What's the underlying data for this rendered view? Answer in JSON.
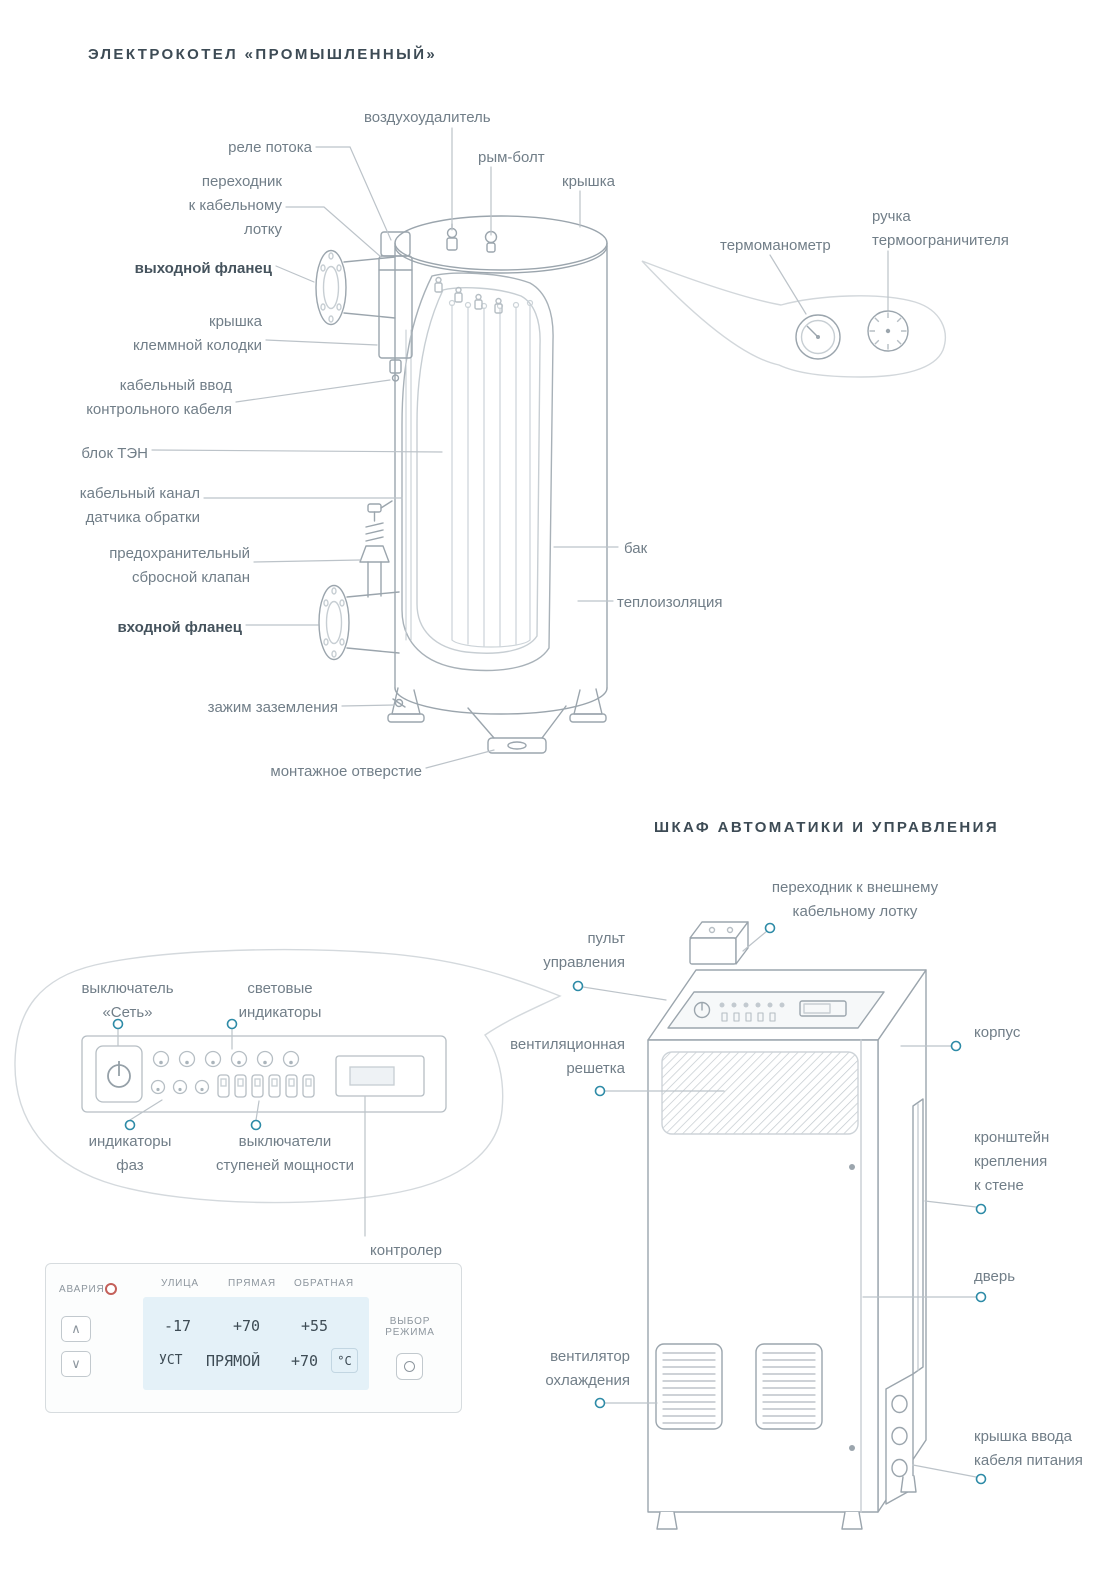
{
  "boiler": {
    "title": "ЭЛЕКТРОКОТЕЛ «ПРОМЫШЛЕННЫЙ»",
    "labels": {
      "air_vent": "воздухоудалитель",
      "flow_relay": "реле потока",
      "eye_bolt": "рым-болт",
      "lid": "крышка",
      "cable_tray_adapter": "переходник\nк кабельному\nлотку",
      "outlet_flange": "выходной фланец",
      "terminal_block_cover": "крышка\nклеммной колодки",
      "control_cable_entry": "кабельный ввод\nконтрольного кабеля",
      "heater_block": "блок ТЭН",
      "return_sensor_channel": "кабельный канал\nдатчика обратки",
      "safety_valve": "предохранительный\nсбросной клапан",
      "inlet_flange": "входной фланец",
      "ground_clamp": "зажим заземления",
      "mounting_hole": "монтажное отверстие",
      "tank": "бак",
      "insulation": "теплоизоляция",
      "thermomanometer": "термоманометр",
      "limiter_handle": "ручка\nтермоограничителя"
    }
  },
  "cabinet": {
    "title": "ШКАФ АВТОМАТИКИ И УПРАВЛЕНИЯ",
    "labels": {
      "external_tray_adapter": "переходник к внешнему\nкабельному лотку",
      "control_panel": "пульт\nуправления",
      "vent_grille": "вентиляционная\nрешетка",
      "body": "корпус",
      "wall_bracket": "кронштейн\nкрепления\nк стене",
      "door": "дверь",
      "cooling_fan": "вентилятор\nохлаждения",
      "power_cable_cover": "крышка ввода\nкабеля питания"
    }
  },
  "panel": {
    "labels": {
      "power_switch": "выключатель\n«Сеть»",
      "light_indicators": "световые\nиндикаторы",
      "phase_indicators": "индикаторы\nфаз",
      "stage_switches": "выключатели\nступеней мощности",
      "controller": "контролер"
    }
  },
  "controller": {
    "alarm_label": "АВАРИЯ",
    "columns": [
      "УЛИЦА",
      "ПРЯМАЯ",
      "ОБРАТНАЯ"
    ],
    "values": [
      "-17",
      "+70",
      "+55"
    ],
    "set_row": {
      "label": "УСТ",
      "mode": "ПРЯМОЙ",
      "value": "+70",
      "unit": "°С"
    },
    "mode_select": "ВЫБОР\nРЕЖИМА",
    "icons": {
      "up_chevron": "∧",
      "down_chevron": "∨"
    }
  },
  "colors": {
    "accent_dot": "#2e8ba7",
    "alarm_red": "#c4605a",
    "display_blue": "#e4f1f8",
    "line_gray": "#9ba5ad",
    "label_gray": "#717e88"
  }
}
